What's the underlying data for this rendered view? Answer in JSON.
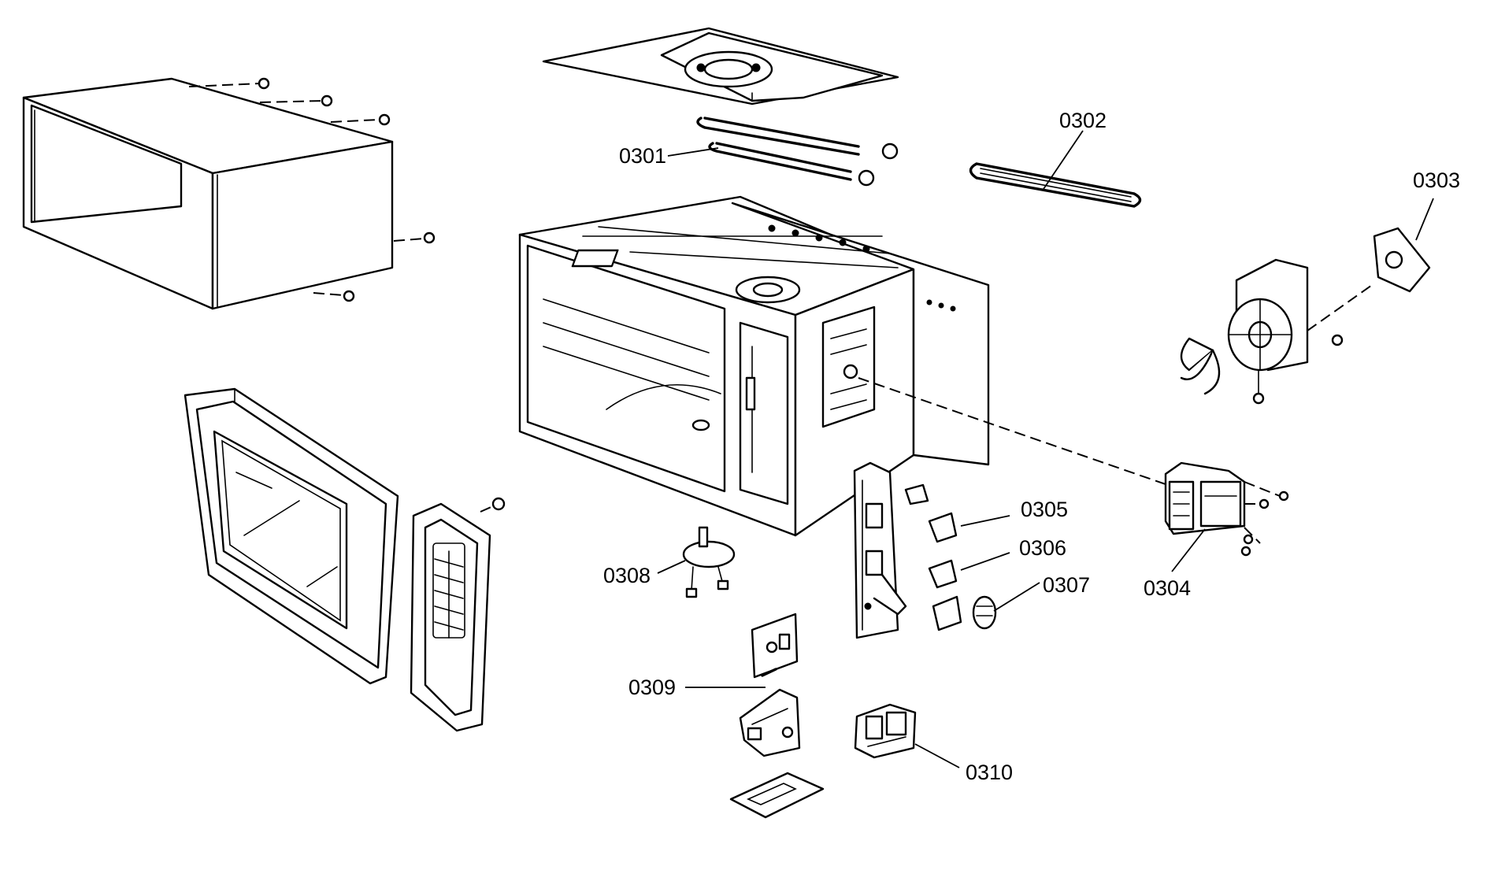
{
  "callouts": [
    {
      "id": "0301",
      "text": "0301"
    },
    {
      "id": "0302",
      "text": "0302"
    },
    {
      "id": "0303",
      "text": "0303"
    },
    {
      "id": "0304",
      "text": "0304"
    },
    {
      "id": "0305",
      "text": "0305"
    },
    {
      "id": "0306",
      "text": "0306"
    },
    {
      "id": "0307",
      "text": "0307"
    },
    {
      "id": "0308",
      "text": "0308"
    },
    {
      "id": "0309",
      "text": "0309"
    },
    {
      "id": "0310",
      "text": "0310"
    }
  ]
}
